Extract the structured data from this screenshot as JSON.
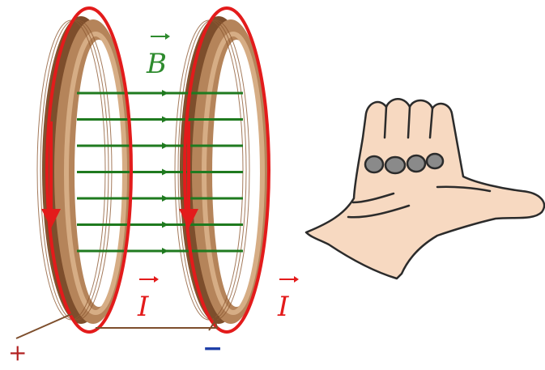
{
  "labels": {
    "b_field": "B",
    "current_left": "I",
    "current_right": "I",
    "plus": "+",
    "minus": "−"
  },
  "colors": {
    "coil_wood": "#b5845a",
    "coil_wood_dark": "#7d4e2c",
    "coil_inner": "#d6ad85",
    "current_loop": "#e31b1b",
    "field_line": "#1f7a1f",
    "b_label": "#2e8b2e",
    "i_label": "#e31b1b",
    "minus_sign": "#1f3fa8",
    "skin": "#f7d9c1",
    "outline": "#2b2b2b",
    "nail": "#8a8a8a"
  },
  "field_line_count": 7,
  "icons": {
    "coil_left": "coil-ring",
    "coil_right": "coil-ring",
    "hand": "right-hand-grip"
  }
}
